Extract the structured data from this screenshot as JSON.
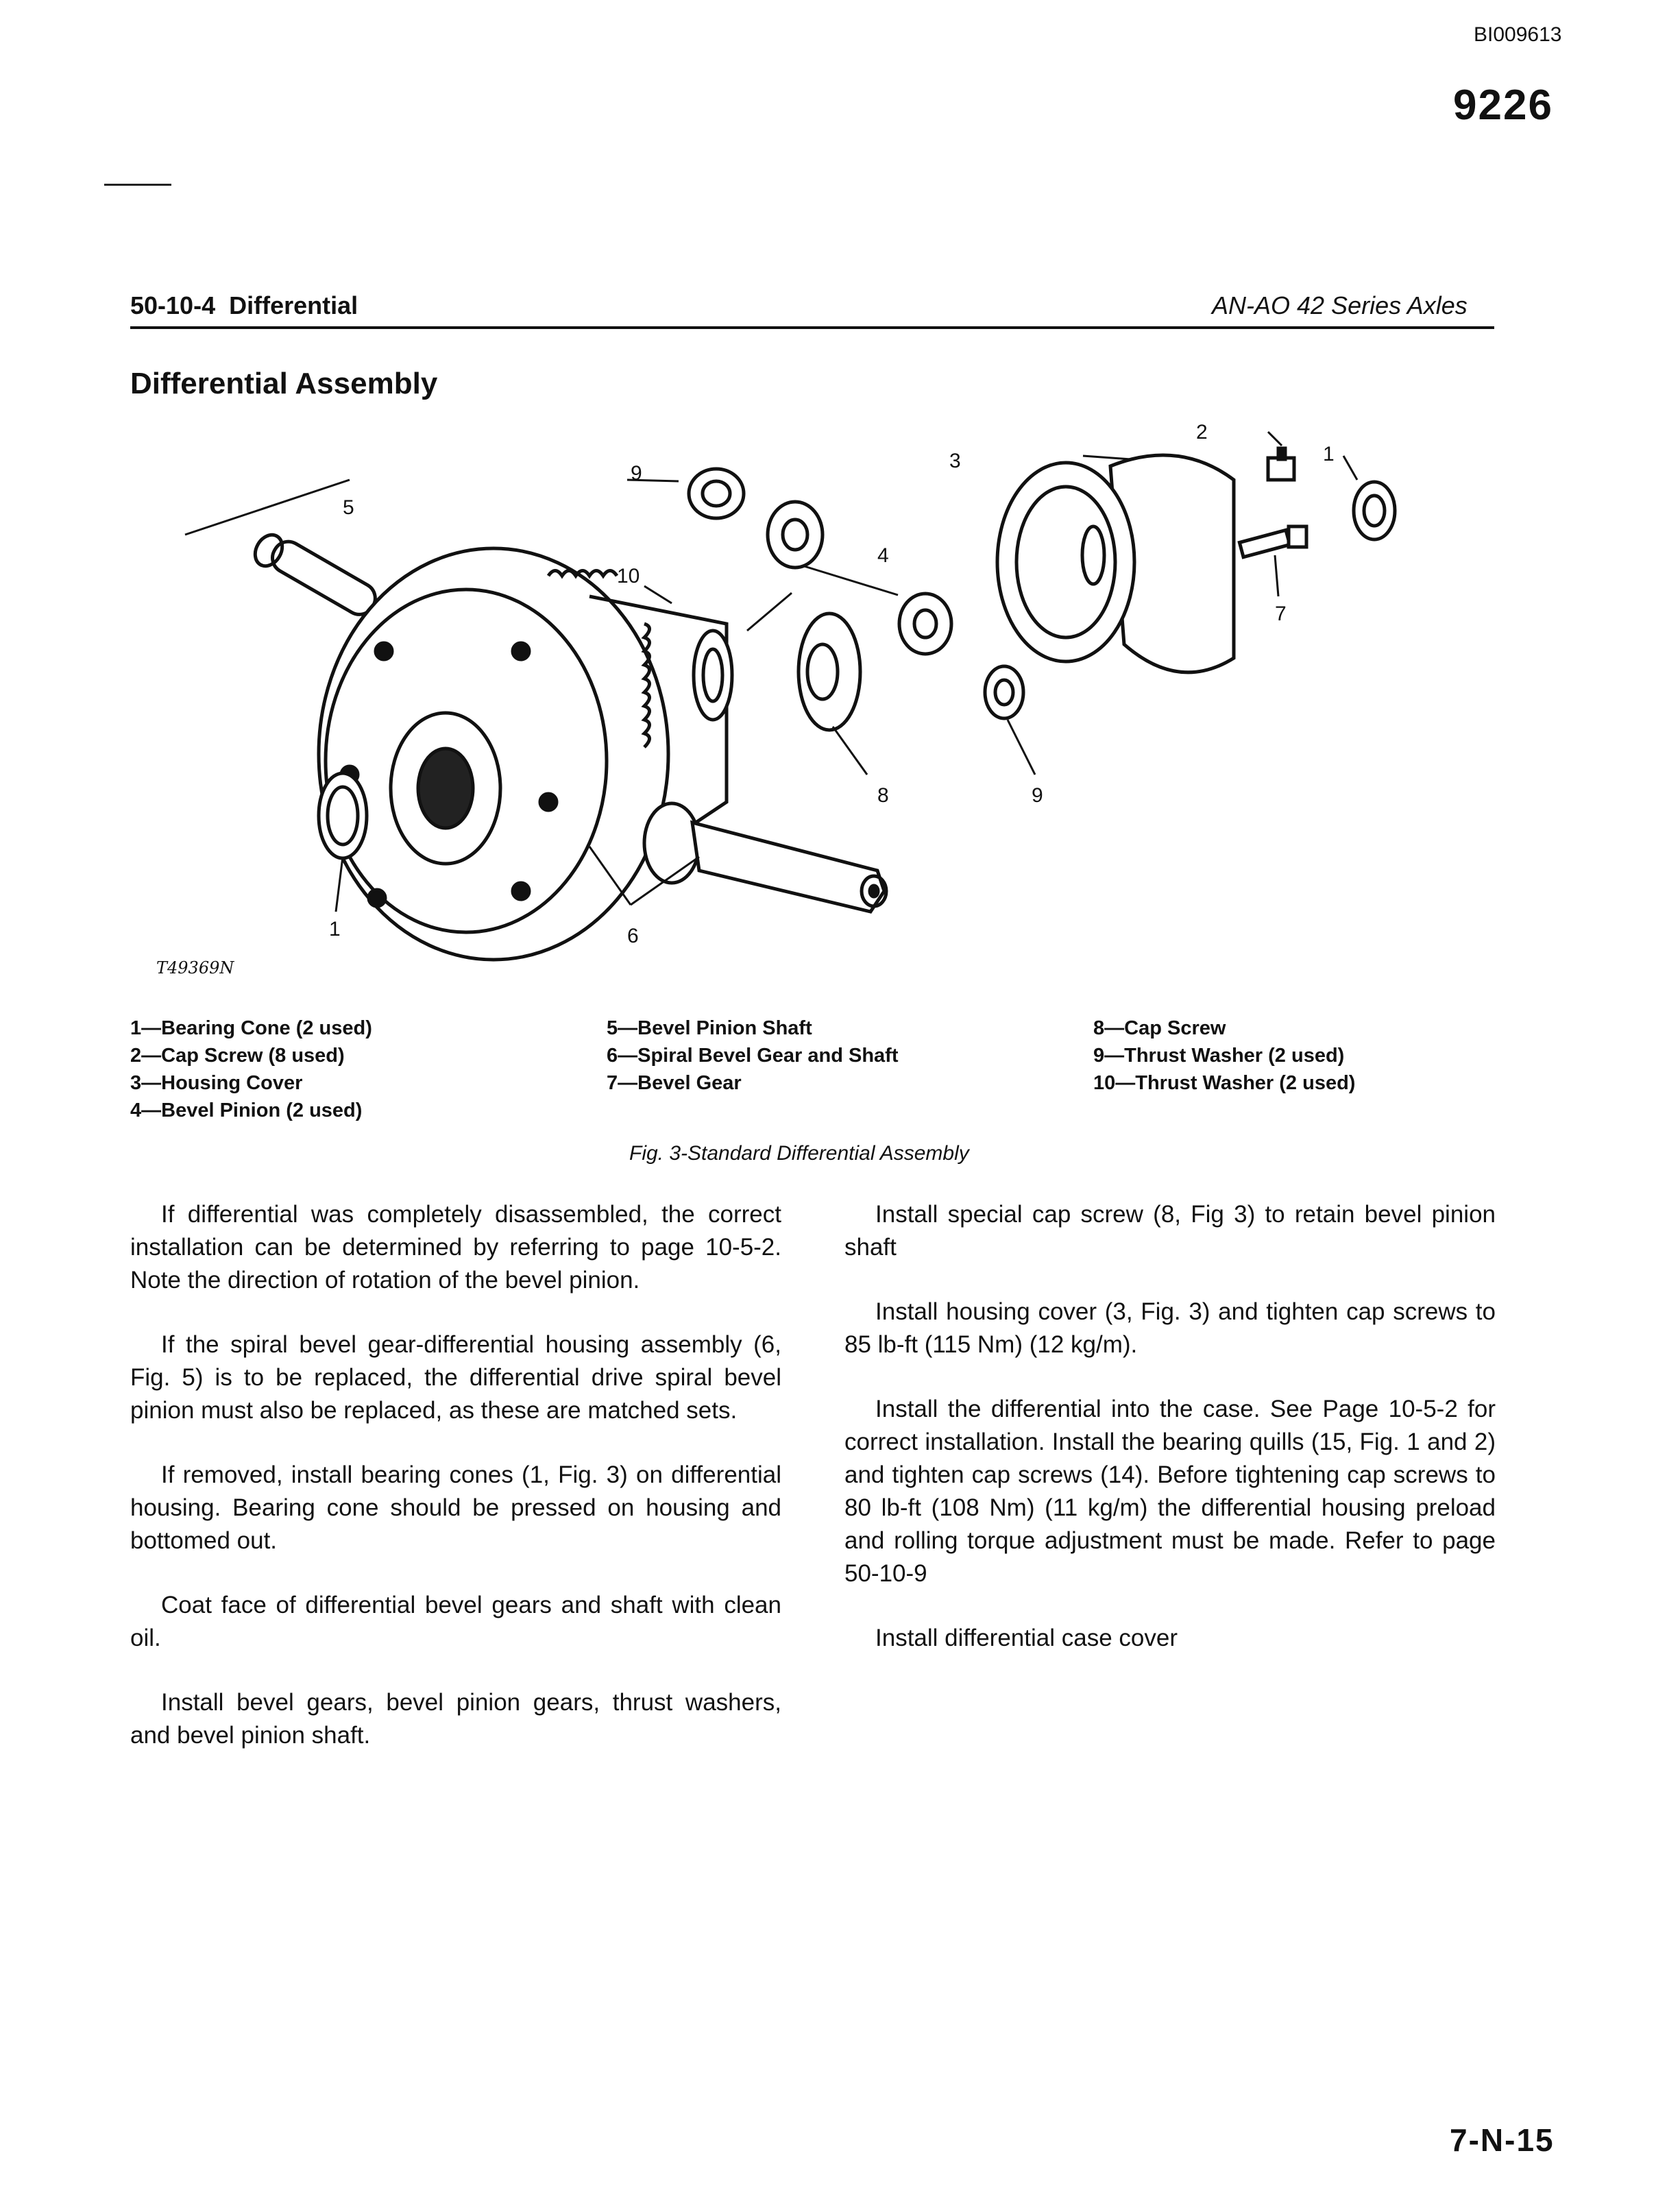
{
  "doc_id": "BI009613",
  "page_number": "9226",
  "header": {
    "section_code": "50-10-4",
    "section_name": "Differential",
    "right_title": "AN-AO 42 Series Axles"
  },
  "section_title": "Differential Assembly",
  "figure": {
    "code": "T49369N",
    "callouts": [
      "1",
      "1",
      "2",
      "3",
      "4",
      "5",
      "6",
      "7",
      "8",
      "9",
      "9",
      "10"
    ],
    "caption": "Fig. 3-Standard Differential Assembly",
    "legend": [
      [
        "1—Bearing Cone (2 used)",
        "2—Cap Screw (8 used)",
        "3—Housing Cover",
        "4—Bevel Pinion (2 used)"
      ],
      [
        "5—Bevel Pinion Shaft",
        "6—Spiral Bevel Gear and Shaft",
        "7—Bevel Gear"
      ],
      [
        "8—Cap Screw",
        "9—Thrust Washer (2 used)",
        "10—Thrust Washer (2 used)"
      ]
    ]
  },
  "body": {
    "left": [
      "If differential was completely disassembled, the correct installation can be determined by referring to page 10-5-2. Note the direction of rotation of the bevel pinion.",
      "If the spiral bevel gear-differential housing assembly (6, Fig. 5) is to be replaced, the differential drive spiral bevel pinion must also be replaced, as these are matched sets.",
      "If removed, install bearing cones (1, Fig. 3) on differential housing. Bearing cone should be pressed on housing and bottomed out.",
      "Coat face of differential bevel gears and shaft with clean oil.",
      "Install bevel gears, bevel pinion gears, thrust washers, and bevel pinion shaft."
    ],
    "right": [
      "Install special cap screw (8, Fig 3) to retain bevel pinion shaft",
      "Install housing cover (3, Fig. 3) and tighten cap screws to 85 lb-ft (115 Nm) (12 kg/m).",
      "Install the differential into the case. See Page 10-5-2 for correct installation. Install the bearing quills (15, Fig. 1 and 2) and tighten cap screws (14). Before tightening cap screws to 80 lb-ft (108 Nm) (11 kg/m) the differential housing preload and rolling torque adjustment must be made. Refer to page 50-10-9",
      "Install differential case cover"
    ]
  },
  "footer": "7-N-15"
}
